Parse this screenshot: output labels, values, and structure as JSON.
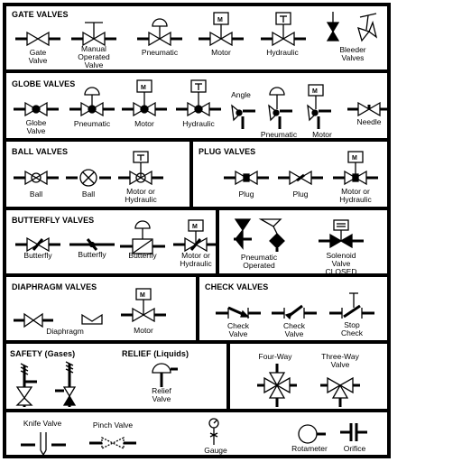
{
  "sections": {
    "gate": {
      "title": "GATE VALVES",
      "labels": [
        "Gate\nValve",
        "Manual\nOperated\nValve",
        "Pneumatic",
        "Motor",
        "Hydraulic",
        "Bleeder\nValves"
      ]
    },
    "globe": {
      "title": "GLOBE VALVES",
      "labels": [
        "Globe\nValve",
        "Pneumatic",
        "Motor",
        "Hydraulic",
        "Angle",
        "Pneumatic",
        "Motor",
        "Needle"
      ]
    },
    "ball": {
      "title": "BALL VALVES",
      "labels": [
        "Ball",
        "Ball",
        "Motor or\nHydraulic"
      ]
    },
    "plug": {
      "title": "PLUG VALVES",
      "labels": [
        "Plug",
        "Plug",
        "Motor or\nHydraulic"
      ]
    },
    "butterfly": {
      "title": "BUTTERFLY VALVES",
      "labels": [
        "Butterfly",
        "Butterfly",
        "Butterfly",
        "Motor or\nHydraulic",
        "Pneumatic\nOperated",
        "Solenoid Valve\nCLOSED"
      ]
    },
    "diaphragm": {
      "title": "DIAPHRAGM VALVES",
      "labels": [
        "Diaphragm",
        "Motor"
      ]
    },
    "check": {
      "title": "CHECK VALVES",
      "labels": [
        "Check\nValve",
        "Check\nValve",
        "Stop Check"
      ]
    },
    "safety": {
      "title": "SAFETY (Gases)",
      "relief_title": "RELIEF (Liquids)",
      "labels": [
        "Relief\nValve",
        "Four-Way",
        "Three-Way\nValve"
      ]
    },
    "misc": {
      "labels": [
        "Knife Valve",
        "Pinch Valve",
        "Gauge",
        "Rotameter",
        "Orifice"
      ]
    }
  },
  "actuator_letters": {
    "motor": "M"
  }
}
